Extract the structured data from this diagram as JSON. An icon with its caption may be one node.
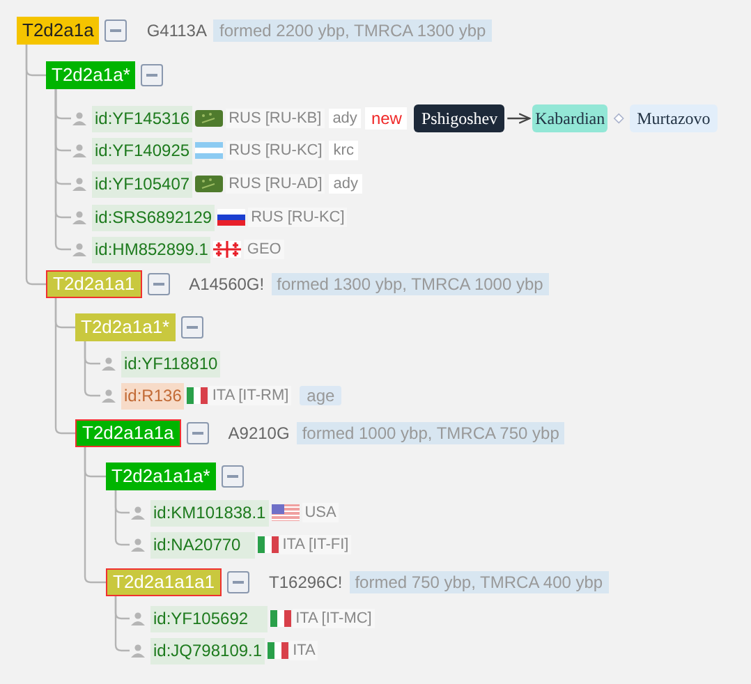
{
  "diagram": {
    "nodes": [
      {
        "text": [
          "T2d2a1a"
        ],
        "beside": [
          "G4113A",
          "formed 2200 ybp, TMRCA 1300 ybp"
        ]
      },
      {
        "text": [
          "T2d2a1a*"
        ]
      },
      {
        "text": [
          "id:YF145316"
        ],
        "beside": [
          "RUS [RU-KB]",
          "ady",
          "new"
        ]
      },
      {
        "text": [
          "Pshigoshev"
        ]
      },
      {
        "text": [
          "Kabardian"
        ]
      },
      {
        "text": [
          "Murtazovo"
        ]
      },
      {
        "text": [
          "id:YF140925"
        ],
        "beside": [
          "RUS [RU-KC]",
          "krc"
        ]
      },
      {
        "text": [
          "id:YF105407"
        ],
        "beside": [
          "RUS [RU-AD]",
          "ady"
        ]
      },
      {
        "text": [
          "id:SRS6892129"
        ],
        "beside": [
          "RUS [RU-KC]"
        ]
      },
      {
        "text": [
          "id:HM852899.1"
        ],
        "beside": [
          "GEO"
        ]
      },
      {
        "text": [
          "T2d2a1a1"
        ],
        "beside": [
          "A14560G!",
          "formed 1300 ybp, TMRCA 1000 ybp"
        ]
      },
      {
        "text": [
          "T2d2a1a1*"
        ]
      },
      {
        "text": [
          "id:YF118810"
        ]
      },
      {
        "text": [
          "id:R136"
        ],
        "beside": [
          "ITA [IT-RM]",
          "age"
        ]
      },
      {
        "text": [
          "T2d2a1a1a"
        ],
        "beside": [
          "A9210G",
          "formed 1000 ybp, TMRCA 750 ybp"
        ]
      },
      {
        "text": [
          "T2d2a1a1a*"
        ]
      },
      {
        "text": [
          "id:KM101838.1"
        ],
        "beside": [
          "USA"
        ]
      },
      {
        "text": [
          "id:NA20770"
        ],
        "beside": [
          "ITA [IT-FI]"
        ]
      },
      {
        "text": [
          "T2d2a1a1a1"
        ],
        "beside": [
          "T16296C!",
          "formed 750 ybp, TMRCA 400 ybp"
        ]
      },
      {
        "text": [
          "id:YF105692"
        ],
        "beside": [
          "ITA [IT-MC]"
        ]
      },
      {
        "text": [
          "id:JQ798109.1"
        ],
        "beside": [
          "ITA"
        ]
      }
    ],
    "edges": [
      {
        "from": 0,
        "to": 1,
        "arrow": "none"
      },
      {
        "from": 1,
        "to": 2,
        "arrow": "none"
      },
      {
        "from": 3,
        "to": 4,
        "arrow": "to",
        "color": "#444444"
      },
      {
        "from": 4,
        "to": 5,
        "arrow": "other"
      },
      {
        "from": 1,
        "to": 6,
        "arrow": "none"
      },
      {
        "from": 1,
        "to": 7,
        "arrow": "none"
      },
      {
        "from": 1,
        "to": 8,
        "arrow": "none"
      },
      {
        "from": 1,
        "to": 9,
        "arrow": "none"
      },
      {
        "from": 0,
        "to": 10,
        "arrow": "none"
      },
      {
        "from": 10,
        "to": 11,
        "arrow": "none"
      },
      {
        "from": 11,
        "to": 12,
        "arrow": "none"
      },
      {
        "from": 11,
        "to": 13,
        "arrow": "none"
      },
      {
        "from": 10,
        "to": 14,
        "arrow": "none"
      },
      {
        "from": 14,
        "to": 15,
        "arrow": "none"
      },
      {
        "from": 15,
        "to": 16,
        "arrow": "none"
      },
      {
        "from": 15,
        "to": 17,
        "arrow": "none"
      },
      {
        "from": 14,
        "to": 18,
        "arrow": "none"
      },
      {
        "from": 18,
        "to": 19,
        "arrow": "none"
      },
      {
        "from": 18,
        "to": 20,
        "arrow": "none"
      }
    ]
  }
}
